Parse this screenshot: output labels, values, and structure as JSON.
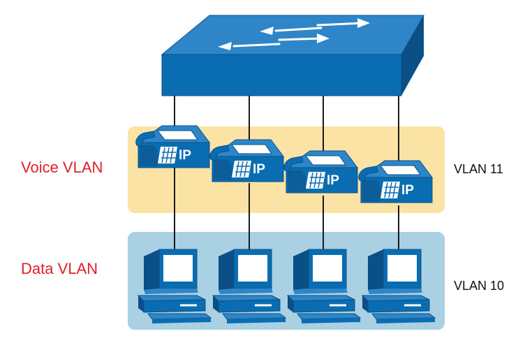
{
  "labels": {
    "voice_vlan": "Voice VLAN",
    "data_vlan": "Data VLAN",
    "voice_vlan_id": "VLAN 11",
    "data_vlan_id": "VLAN 10",
    "phone_badge": "IP"
  },
  "devices": {
    "switch_count": 1,
    "phone_count": 4,
    "pc_count": 4
  },
  "colors": {
    "voice_band": "#fbe3a6",
    "data_band": "#a9d0e3",
    "device_blue": "#0a6db2",
    "device_dark": "#0a4f86",
    "label_red": "#e02027",
    "link": "#1a1a1a"
  },
  "icons": [
    "switch-icon",
    "ip-phone-icon",
    "pc-icon"
  ]
}
